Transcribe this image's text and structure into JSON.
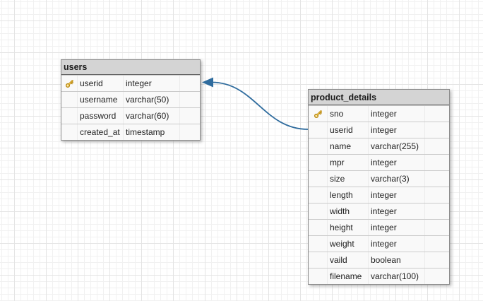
{
  "colors": {
    "table_header_bg": "#d4d4d4",
    "table_row_bg": "#f9f9f9",
    "table_border": "#8c8c8c",
    "row_divider": "#cbcbcb",
    "text": "#1e1e1e",
    "relation_line": "#2f6c9e",
    "grid_minor": "#f1f1f1",
    "grid_major": "#e4e4e4",
    "primary_key_gold": "#f2c14e"
  },
  "tables": [
    {
      "name": "users",
      "columns": [
        {
          "name": "userid",
          "type": "integer",
          "pk": true,
          "icon": "primary-key-icon"
        },
        {
          "name": "username",
          "type": "varchar(50)",
          "pk": false
        },
        {
          "name": "password",
          "type": "varchar(60)",
          "pk": false
        },
        {
          "name": "created_at",
          "type": "timestamp",
          "pk": false
        }
      ]
    },
    {
      "name": "product_details",
      "columns": [
        {
          "name": "sno",
          "type": "integer",
          "pk": true,
          "icon": "primary-key-icon"
        },
        {
          "name": "userid",
          "type": "integer",
          "pk": false
        },
        {
          "name": "name",
          "type": "varchar(255)",
          "pk": false
        },
        {
          "name": "mpr",
          "type": "integer",
          "pk": false
        },
        {
          "name": "size",
          "type": "varchar(3)",
          "pk": false
        },
        {
          "name": "length",
          "type": "integer",
          "pk": false
        },
        {
          "name": "width",
          "type": "integer",
          "pk": false
        },
        {
          "name": "height",
          "type": "integer",
          "pk": false
        },
        {
          "name": "weight",
          "type": "integer",
          "pk": false
        },
        {
          "name": "vaild",
          "type": "boolean",
          "pk": false
        },
        {
          "name": "filename",
          "type": "varchar(100)",
          "pk": false
        }
      ]
    }
  ],
  "relations": [
    {
      "from_table": "product_details",
      "from_column": "userid",
      "to_table": "users",
      "to_column": "userid"
    }
  ]
}
